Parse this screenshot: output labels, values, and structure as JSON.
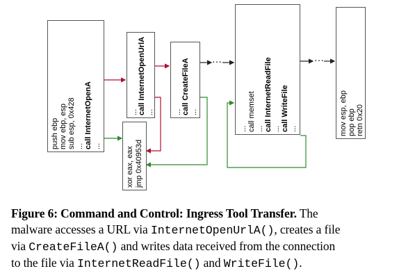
{
  "diagram": {
    "block1": {
      "lines": [
        "push ebp",
        "mov ebp, esp",
        "sub esp, 0x428",
        "...",
        "call InternetOpenA",
        "..."
      ]
    },
    "block2": {
      "lines": [
        "xor eax, eax",
        "jmp 0x40953d"
      ]
    },
    "block3": {
      "lines": [
        "...",
        "call InternetOpenUrlA",
        "..."
      ]
    },
    "block4": {
      "lines": [
        "...",
        "call CreateFileA",
        "..."
      ]
    },
    "block5": {
      "lines": [
        "...",
        "call memset",
        "...",
        "call InternetReadFile",
        "...",
        "call WriteFile",
        "..."
      ]
    },
    "block6": {
      "lines": [
        "mov esp, ebp",
        "pop ebp",
        "retn 0x20"
      ]
    },
    "ellipsis_a": "···",
    "ellipsis_b": "···",
    "colors": {
      "green_edge": "#2e8b2e",
      "red_edge": "#b01030",
      "box_border": "#555555"
    }
  },
  "caption": {
    "label": "Figure 6: Command and Control: Ingress Tool Transfer.",
    "t1": " The",
    "t2": "malware accesses a URL via ",
    "c1": "InternetOpenUrlA()",
    "t3": ", creates a file",
    "t4": "via ",
    "c2": "CreateFileA()",
    "t5": " and writes data received from the connection",
    "t6": "to the file via ",
    "c3": "InternetReadFile()",
    "t7": " and ",
    "c4": "WriteFile()",
    "t8": "."
  }
}
